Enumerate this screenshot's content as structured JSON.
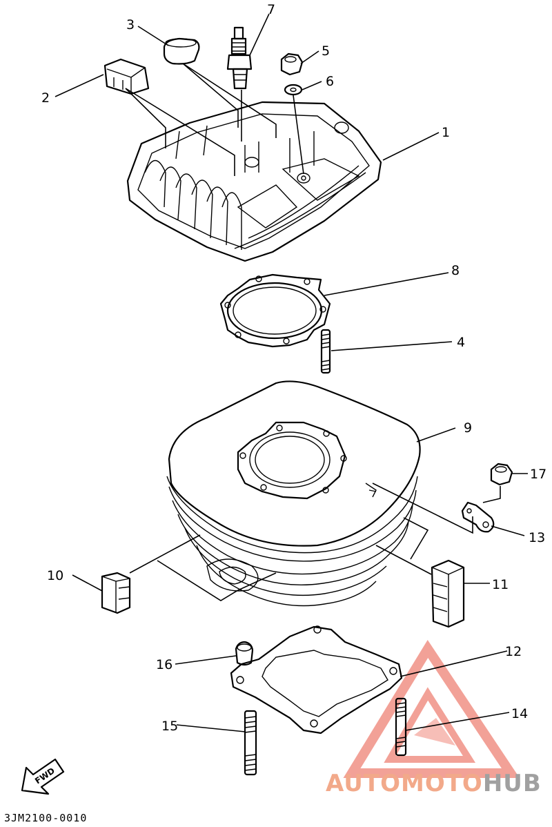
{
  "callouts": {
    "c1": "1",
    "c2": "2",
    "c3": "3",
    "c4": "4",
    "c5": "5",
    "c6": "6",
    "c7": "7",
    "c8": "8",
    "c9": "9",
    "c10": "10",
    "c11": "11",
    "c12": "12",
    "c13": "13",
    "c14": "14",
    "c15": "15",
    "c16": "16",
    "c17": "17"
  },
  "diagram_code": "3JM2100-0010",
  "fwd_label": "FWD",
  "watermark": {
    "auto": "AUTO",
    "moto": "MOTO",
    "hub": "HUB",
    "colors": {
      "accent": "#f08a7e",
      "text_light": "#f2a98a",
      "text_dark": "#a0a0a0"
    }
  }
}
